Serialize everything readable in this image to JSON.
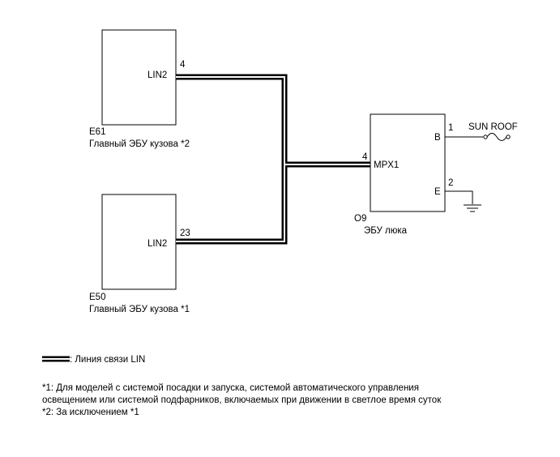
{
  "ecu_e61": {
    "pin": "4",
    "port": "LIN2",
    "code": "E61",
    "name": "Главный ЭБУ кузова *2"
  },
  "ecu_e50": {
    "pin": "23",
    "port": "LIN2",
    "code": "E50",
    "name": "Главный ЭБУ кузова *1"
  },
  "ecu_o9": {
    "code": "O9",
    "name": "ЭБУ люка",
    "pin_mpx": "4",
    "port_mpx": "MPX1",
    "pin_b": "1",
    "port_b": "B",
    "pin_e": "2",
    "port_e": "E"
  },
  "fuse_label": "SUN ROOF",
  "legend": {
    "text": ": Линия связи LIN"
  },
  "notes": {
    "line1": "*1: Для моделей с системой посадки и запуска, системой автоматического управления",
    "line2": "освещением или системой подфарников, включаемых при движении в светлое время суток",
    "line3": "*2: За исключением *1"
  },
  "colors": {
    "ink": "#000000",
    "background": "#ffffff"
  }
}
